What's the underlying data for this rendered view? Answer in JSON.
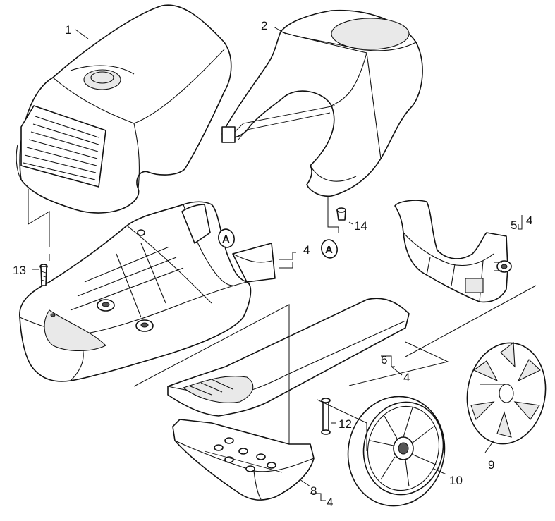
{
  "callouts": {
    "p1": "1",
    "p2": "2",
    "p4_base": "4",
    "p5": "5",
    "p5_qty": "4",
    "p6": "6",
    "p6_qty": "4",
    "p8": "8",
    "p8_qty": "4",
    "p9": "9",
    "p10": "10",
    "p12": "12",
    "p13": "13",
    "p14": "14",
    "marker_a1": "A",
    "marker_a2": "A"
  }
}
